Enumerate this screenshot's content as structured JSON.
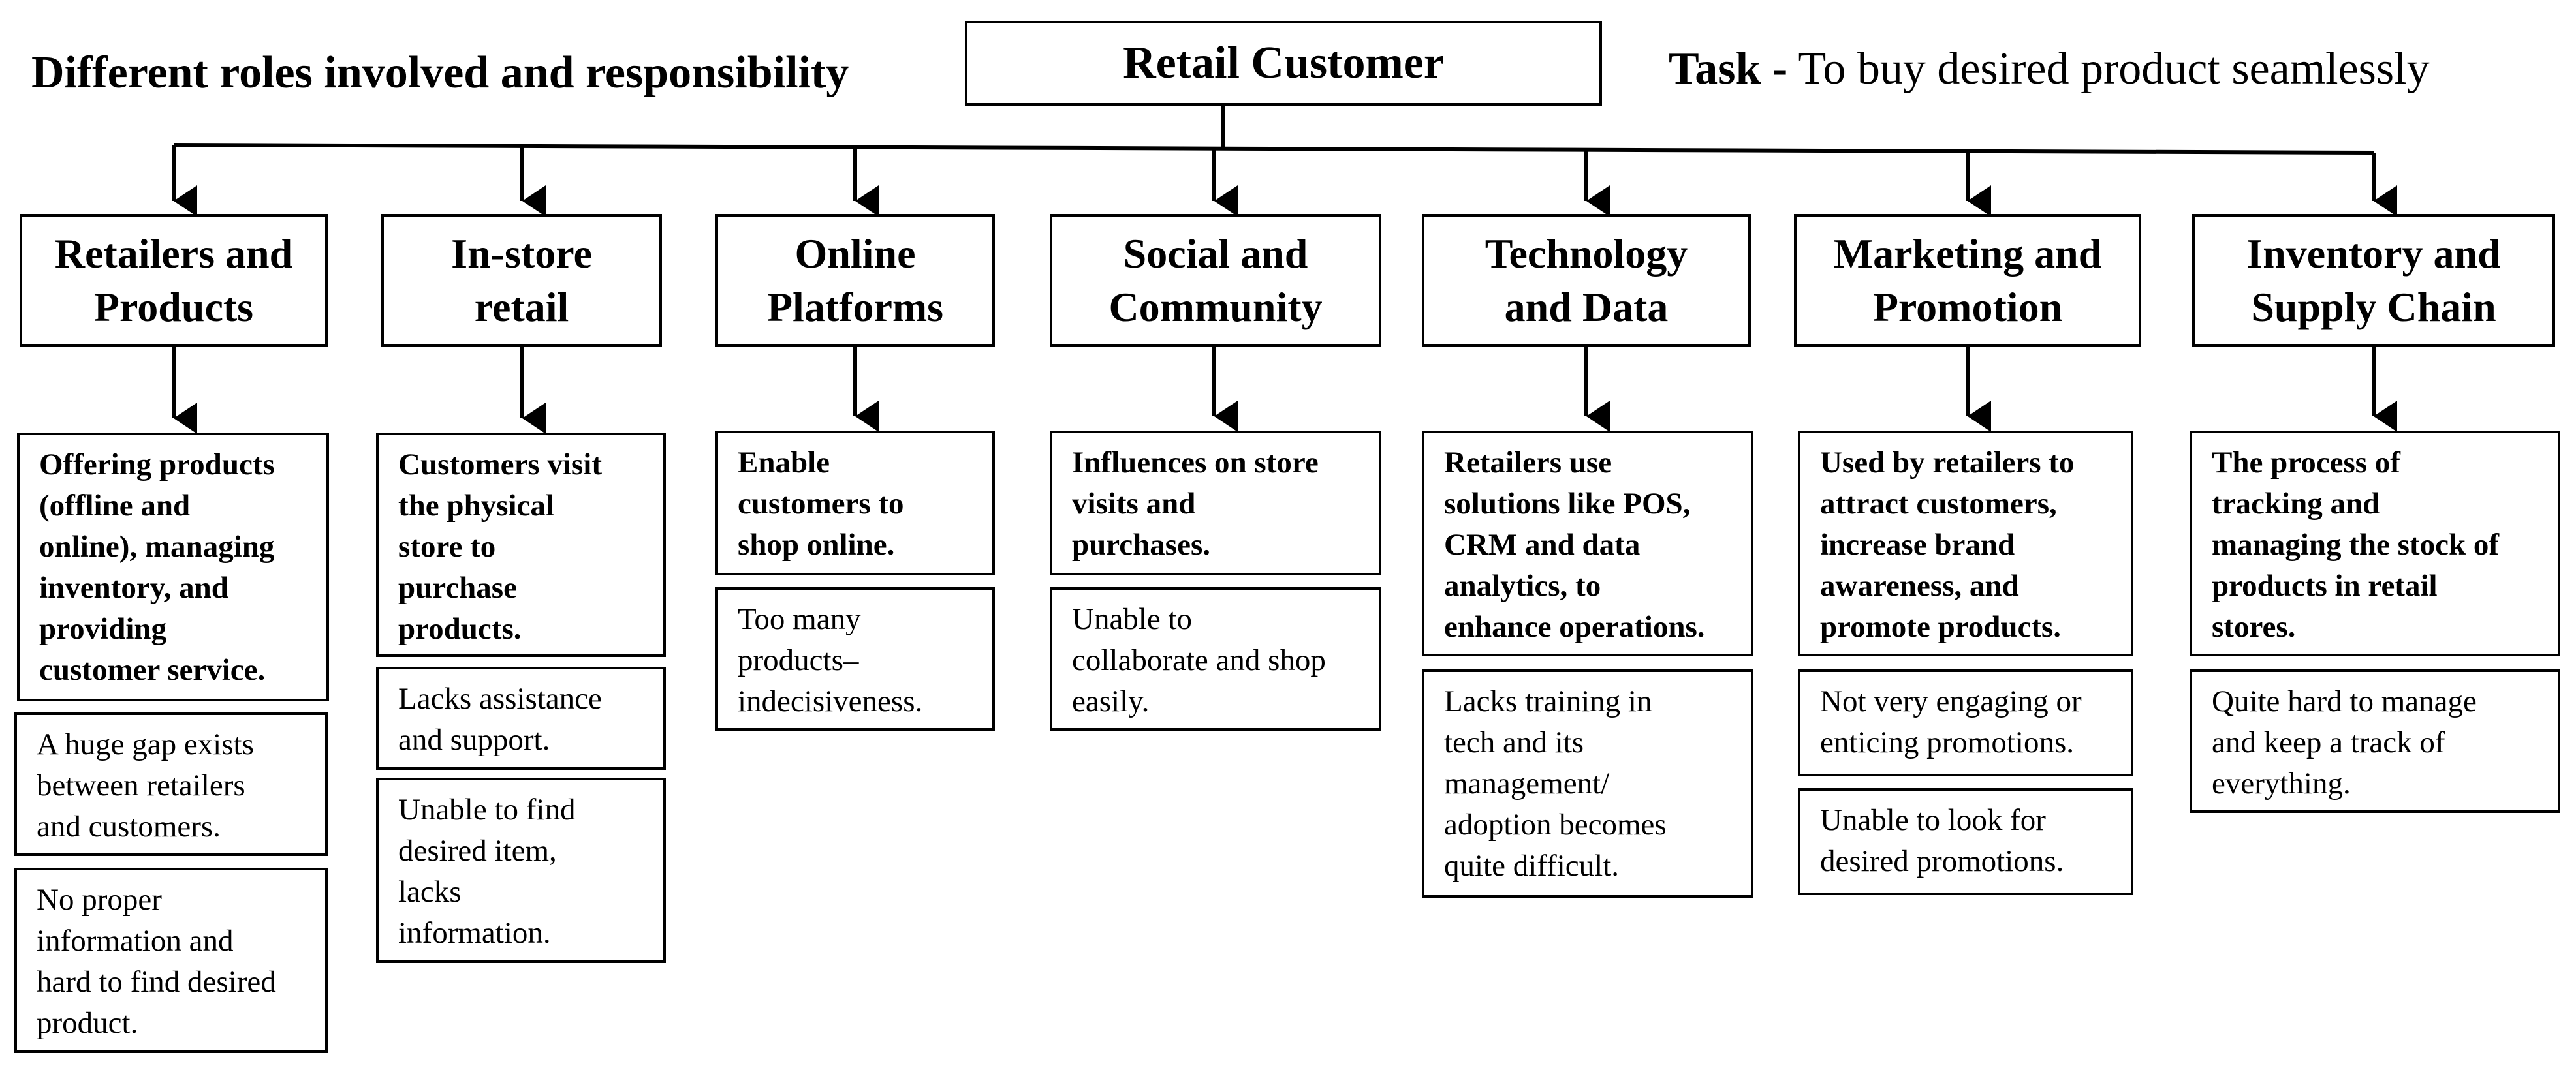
{
  "heading": "Different roles involved and responsibility",
  "root": "Retail Customer",
  "task": {
    "label": "Task -",
    "text": " To buy desired product seamlessly"
  },
  "roles": [
    {
      "title": [
        "Retailers and",
        "Products"
      ],
      "description": [
        "Offering products",
        "(offline and",
        "online), managing",
        "inventory, and",
        "providing",
        "customer service."
      ],
      "issues": [
        [
          "A huge gap exists",
          "between retailers",
          "and customers."
        ],
        [
          "No proper",
          "information and",
          "hard to find desired",
          "product."
        ]
      ]
    },
    {
      "title": [
        "In-store",
        "retail"
      ],
      "description": [
        "Customers visit",
        "the physical",
        "store to",
        "purchase",
        "products."
      ],
      "issues": [
        [
          "Lacks assistance",
          "and support."
        ],
        [
          "Unable to find",
          "desired item,",
          "lacks",
          "information."
        ]
      ]
    },
    {
      "title": [
        "Online",
        "Platforms"
      ],
      "description": [
        "Enable",
        "customers to",
        "shop online."
      ],
      "issues": [
        [
          "Too many",
          "products–",
          "indecisiveness."
        ]
      ]
    },
    {
      "title": [
        "Social and",
        "Community"
      ],
      "description": [
        "Influences on store",
        "visits and",
        "purchases."
      ],
      "issues": [
        [
          "Unable to",
          "collaborate and shop",
          "easily."
        ]
      ]
    },
    {
      "title": [
        "Technology",
        "and Data"
      ],
      "description": [
        "Retailers use",
        "solutions like POS,",
        "CRM and data",
        "analytics, to",
        "enhance operations."
      ],
      "issues": [
        [
          "Lacks training in",
          "tech and its",
          "management/",
          "adoption becomes",
          "quite difficult."
        ]
      ]
    },
    {
      "title": [
        "Marketing and",
        "Promotion"
      ],
      "description": [
        "Used by retailers to",
        "attract customers,",
        "increase brand",
        "awareness, and",
        "promote products."
      ],
      "issues": [
        [
          "Not very engaging or",
          "enticing promotions."
        ],
        [
          "Unable to look for",
          "desired promotions."
        ]
      ]
    },
    {
      "title": [
        "Inventory and",
        "Supply Chain"
      ],
      "description": [
        "The process of",
        "tracking and",
        "managing the stock of",
        "products in retail",
        "stores."
      ],
      "issues": [
        [
          "Quite hard to manage",
          "and keep a track of",
          "everything."
        ]
      ]
    }
  ]
}
